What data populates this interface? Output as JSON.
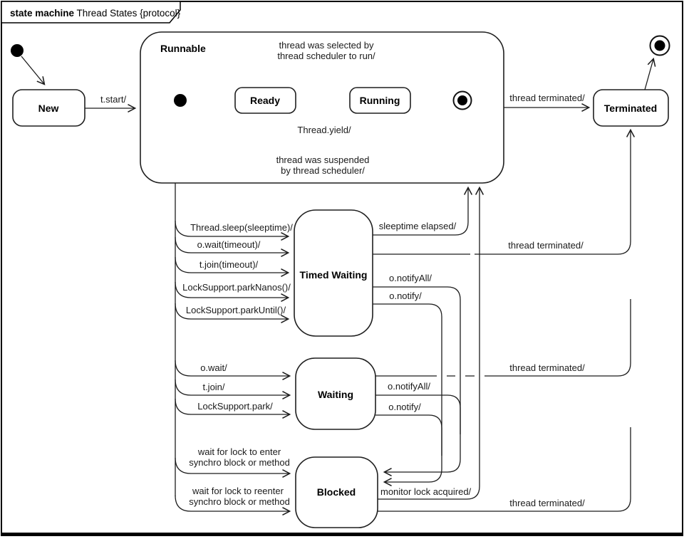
{
  "frame": {
    "title_bold": "state machine",
    "title_rest": " Thread States {protocol}"
  },
  "states": {
    "new": "New",
    "runnable": "Runnable",
    "ready": "Ready",
    "running": "Running",
    "terminated": "Terminated",
    "timed_waiting": "Timed Waiting",
    "waiting": "Waiting",
    "blocked": "Blocked"
  },
  "transitions": {
    "t_start": "t.start/",
    "selected_line1": "thread was selected by",
    "selected_line2": "thread scheduler to run/",
    "yield": "Thread.yield/",
    "suspended_line1": "thread was suspended",
    "suspended_line2": "by thread scheduler/",
    "runnable_terminated": "thread terminated/",
    "sleep": "Thread.sleep(sleeptime)/",
    "wait_timeout": "o.wait(timeout)/",
    "join_timeout": "t.join(timeout)/",
    "park_nanos": "LockSupport.parkNanos()/",
    "park_until": "LockSupport.parkUntil()/",
    "sleeptime_elapsed": "sleeptime elapsed/",
    "tw_notify_all": "o.notifyAll/",
    "tw_notify": "o.notify/",
    "tw_terminated": "thread terminated/",
    "o_wait": "o.wait/",
    "t_join": "t.join/",
    "park": "LockSupport.park/",
    "w_notify_all": "o.notifyAll/",
    "w_notify": "o.notify/",
    "w_terminated": "thread terminated/",
    "lock_enter_line1": "wait for lock to enter",
    "lock_enter_line2": "synchro block or method",
    "lock_reenter_line1": "wait for lock to reenter",
    "lock_reenter_line2": "synchro block or method",
    "monitor_lock": "monitor lock acquired/",
    "b_terminated": "thread terminated/"
  },
  "colors": {
    "line": "#1c1c1c",
    "state_text": "#000000",
    "substate_text": "#2d5986",
    "background": "#ffffff"
  }
}
